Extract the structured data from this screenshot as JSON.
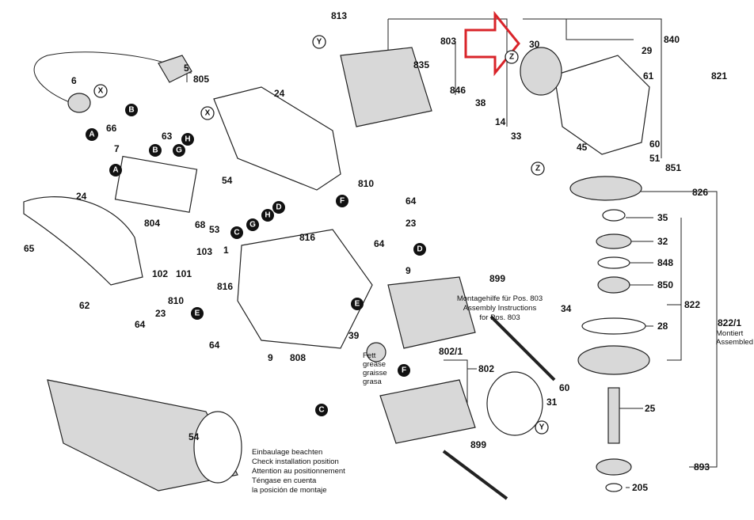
{
  "diagram": {
    "title": "Power tool exploded parts diagram",
    "highlight_color": "#d9242a",
    "part_labels": [
      {
        "id": "p813",
        "text": "813"
      },
      {
        "id": "p803",
        "text": "803"
      },
      {
        "id": "p835",
        "text": "835"
      },
      {
        "id": "p30",
        "text": "30"
      },
      {
        "id": "p840",
        "text": "840"
      },
      {
        "id": "p29",
        "text": "29"
      },
      {
        "id": "p821",
        "text": "821"
      },
      {
        "id": "p61",
        "text": "61"
      },
      {
        "id": "p846",
        "text": "846"
      },
      {
        "id": "p38",
        "text": "38"
      },
      {
        "id": "p14",
        "text": "14"
      },
      {
        "id": "p33",
        "text": "33"
      },
      {
        "id": "p45",
        "text": "45"
      },
      {
        "id": "p60a",
        "text": "60"
      },
      {
        "id": "p51",
        "text": "51"
      },
      {
        "id": "p851",
        "text": "851"
      },
      {
        "id": "p5",
        "text": "5"
      },
      {
        "id": "p805",
        "text": "805"
      },
      {
        "id": "p6",
        "text": "6"
      },
      {
        "id": "p24a",
        "text": "24"
      },
      {
        "id": "p66",
        "text": "66"
      },
      {
        "id": "p63",
        "text": "63"
      },
      {
        "id": "p7",
        "text": "7"
      },
      {
        "id": "p54a",
        "text": "54"
      },
      {
        "id": "p810a",
        "text": "810"
      },
      {
        "id": "p64a",
        "text": "64"
      },
      {
        "id": "p23a",
        "text": "23"
      },
      {
        "id": "p826",
        "text": "826"
      },
      {
        "id": "p35",
        "text": "35"
      },
      {
        "id": "p32",
        "text": "32"
      },
      {
        "id": "p848",
        "text": "848"
      },
      {
        "id": "p850",
        "text": "850"
      },
      {
        "id": "p34",
        "text": "34"
      },
      {
        "id": "p28",
        "text": "28"
      },
      {
        "id": "p822",
        "text": "822"
      },
      {
        "id": "p8221",
        "text": "822/1"
      },
      {
        "id": "p24b",
        "text": "24"
      },
      {
        "id": "p65",
        "text": "65"
      },
      {
        "id": "p804",
        "text": "804"
      },
      {
        "id": "p68",
        "text": "68"
      },
      {
        "id": "p53",
        "text": "53"
      },
      {
        "id": "p816a",
        "text": "816"
      },
      {
        "id": "p64b",
        "text": "64"
      },
      {
        "id": "p9a",
        "text": "9"
      },
      {
        "id": "p103",
        "text": "103"
      },
      {
        "id": "p1",
        "text": "1"
      },
      {
        "id": "p102",
        "text": "102"
      },
      {
        "id": "p101",
        "text": "101"
      },
      {
        "id": "p62",
        "text": "62"
      },
      {
        "id": "p816b",
        "text": "816"
      },
      {
        "id": "p810b",
        "text": "810"
      },
      {
        "id": "p23b",
        "text": "23"
      },
      {
        "id": "p64c",
        "text": "64"
      },
      {
        "id": "p64d",
        "text": "64"
      },
      {
        "id": "p39",
        "text": "39"
      },
      {
        "id": "p9b",
        "text": "9"
      },
      {
        "id": "p808",
        "text": "808"
      },
      {
        "id": "p899a",
        "text": "899"
      },
      {
        "id": "p8021",
        "text": "802/1"
      },
      {
        "id": "p802",
        "text": "802"
      },
      {
        "id": "p60b",
        "text": "60"
      },
      {
        "id": "p31",
        "text": "31"
      },
      {
        "id": "p25",
        "text": "25"
      },
      {
        "id": "p54b",
        "text": "54"
      },
      {
        "id": "p899b",
        "text": "899"
      },
      {
        "id": "p893",
        "text": "893"
      },
      {
        "id": "p205",
        "text": "205"
      }
    ],
    "connector_letters": [
      {
        "id": "Y1",
        "letter": "Y",
        "style": "outline"
      },
      {
        "id": "Y2",
        "letter": "Y",
        "style": "outline"
      },
      {
        "id": "X1",
        "letter": "X",
        "style": "outline"
      },
      {
        "id": "X2",
        "letter": "X",
        "style": "outline"
      },
      {
        "id": "Z1",
        "letter": "Z",
        "style": "outline"
      },
      {
        "id": "Z2",
        "letter": "Z",
        "style": "outline"
      },
      {
        "id": "A1",
        "letter": "A",
        "style": "filled"
      },
      {
        "id": "A2",
        "letter": "A",
        "style": "filled"
      },
      {
        "id": "B1",
        "letter": "B",
        "style": "filled"
      },
      {
        "id": "B2",
        "letter": "B",
        "style": "filled"
      },
      {
        "id": "C1",
        "letter": "C",
        "style": "filled"
      },
      {
        "id": "C2",
        "letter": "C",
        "style": "filled"
      },
      {
        "id": "D1",
        "letter": "D",
        "style": "filled"
      },
      {
        "id": "D2",
        "letter": "D",
        "style": "filled"
      },
      {
        "id": "E1",
        "letter": "E",
        "style": "filled"
      },
      {
        "id": "E2",
        "letter": "E",
        "style": "filled"
      },
      {
        "id": "F1",
        "letter": "F",
        "style": "filled"
      },
      {
        "id": "F2",
        "letter": "F",
        "style": "filled"
      },
      {
        "id": "G1",
        "letter": "G",
        "style": "filled"
      },
      {
        "id": "G2",
        "letter": "G",
        "style": "filled"
      },
      {
        "id": "H1",
        "letter": "H",
        "style": "filled"
      },
      {
        "id": "H2",
        "letter": "H",
        "style": "filled"
      }
    ],
    "annotations": {
      "assembly_instructions": [
        "Montagehilfe für Pos. 803",
        "Assembly Instructions",
        "for Pos. 803"
      ],
      "grease": [
        "Fett",
        "grease",
        "graisse",
        "grasa"
      ],
      "installation_position": [
        "Einbaulage beachten",
        "Check installation position",
        "Attention au positionnement",
        "Téngase en cuenta",
        "la posición de montaje"
      ],
      "assembled": [
        "Montiert",
        "Assembled"
      ]
    }
  }
}
